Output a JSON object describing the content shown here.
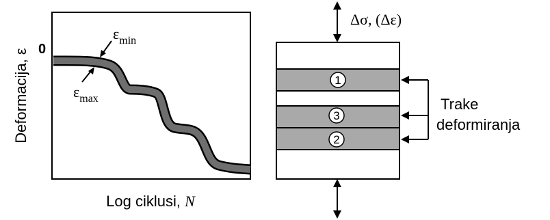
{
  "left_panel": {
    "ylabel": "Deformacija, ε",
    "xlabel_text": "Log ciklusi, ",
    "xlabel_symbol": "N",
    "zero_label": "0",
    "eps_min_symbol": "ε",
    "eps_min_subscript": "min",
    "eps_max_symbol": "ε",
    "eps_max_subscript": "max"
  },
  "right_panel": {
    "load_label": "Δσ, (Δε)",
    "band_labels": [
      "1",
      "3",
      "2"
    ],
    "bands_label_line1": "Trake",
    "bands_label_line2": "deformiranja"
  },
  "colors": {
    "curve_band": "#6e6e6e",
    "band_fill": "#a9a9a9",
    "ink": "#000000"
  }
}
